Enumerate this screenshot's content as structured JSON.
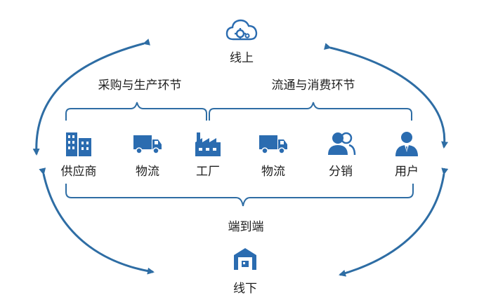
{
  "colors": {
    "accent": "#2e6da4",
    "icon": "#2b6cb0",
    "text": "#1e1e1e"
  },
  "online": {
    "label": "线上",
    "icon": "cloud-gear-icon"
  },
  "offline": {
    "label": "线下",
    "icon": "warehouse-icon"
  },
  "groups": {
    "production": "采购与生产环节",
    "circulation": "流通与消费环节",
    "end_to_end": "端到端"
  },
  "nodes": [
    {
      "label": "供应商",
      "icon": "buildings-icon"
    },
    {
      "label": "物流",
      "icon": "truck-icon"
    },
    {
      "label": "工厂",
      "icon": "factory-icon"
    },
    {
      "label": "物流",
      "icon": "truck-icon"
    },
    {
      "label": "分销",
      "icon": "people-icon"
    },
    {
      "label": "用户",
      "icon": "user-icon"
    }
  ]
}
